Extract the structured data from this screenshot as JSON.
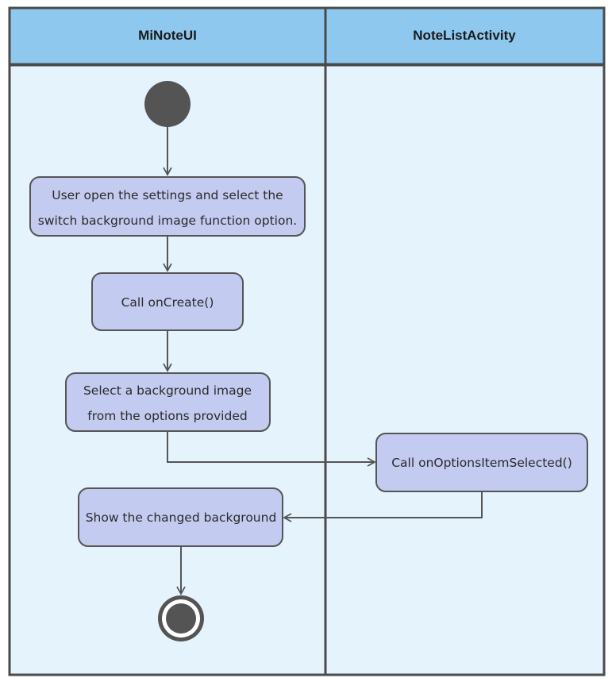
{
  "diagram": {
    "type": "UML activity diagram (swimlanes)",
    "lanes": [
      {
        "id": "lane-minoteui",
        "title": "MiNoteUI"
      },
      {
        "id": "lane-notelistactivity",
        "title": "NoteListActivity"
      }
    ],
    "nodes": [
      {
        "id": "start",
        "kind": "initial-node"
      },
      {
        "id": "open-settings",
        "kind": "action",
        "lines": [
          "User open the settings and select the",
          "switch background image function option."
        ]
      },
      {
        "id": "call-oncreate",
        "kind": "action",
        "lines": [
          "Call onCreate()"
        ]
      },
      {
        "id": "select-image",
        "kind": "action",
        "lines": [
          "Select a background image",
          "from the options provided"
        ]
      },
      {
        "id": "call-optionsitemselected",
        "kind": "action",
        "lines": [
          "Call onOptionsItemSelected()"
        ]
      },
      {
        "id": "show-background",
        "kind": "action",
        "lines": [
          "Show the changed background"
        ]
      },
      {
        "id": "end",
        "kind": "final-node"
      }
    ],
    "edges": [
      {
        "from": "start",
        "to": "open-settings"
      },
      {
        "from": "open-settings",
        "to": "call-oncreate"
      },
      {
        "from": "call-oncreate",
        "to": "select-image"
      },
      {
        "from": "select-image",
        "to": "call-optionsitemselected"
      },
      {
        "from": "call-optionsitemselected",
        "to": "show-background"
      },
      {
        "from": "show-background",
        "to": "end"
      }
    ],
    "colors": {
      "header_fill": "#8ec8ee",
      "lane_fill": "#e4f3fc",
      "border": "#4a4a4a",
      "node_fill": "#c3cbf0",
      "node_stroke": "#555555",
      "arrow": "#555555",
      "terminal_fill": "#545454"
    }
  }
}
